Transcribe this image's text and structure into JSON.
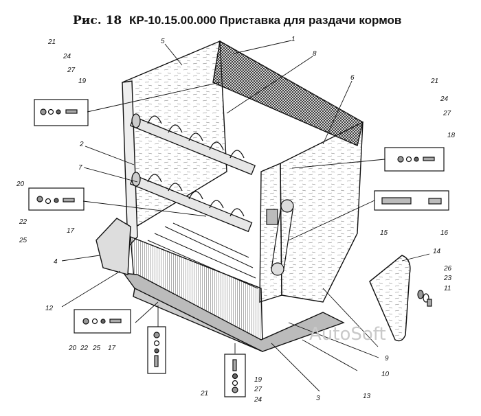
{
  "title": {
    "figure_label": "Рис. 18",
    "caption": "КР-10.15.00.000 Приставка для раздачи кормов"
  },
  "watermark": "AutoSoft",
  "callouts": {
    "c1": "1",
    "c2": "2",
    "c3": "3",
    "c4": "4",
    "c5": "5",
    "c6": "6",
    "c7": "7",
    "c8": "8",
    "c9": "9",
    "c10": "10",
    "c11": "11",
    "c12": "12",
    "c13": "13",
    "c14": "14",
    "c15": "15",
    "c16": "16",
    "c17a": "17",
    "c17b": "17",
    "c18": "18",
    "c19a": "19",
    "c19b": "19",
    "c20a": "20",
    "c20b": "20",
    "c21a": "21",
    "c21b": "21",
    "c21c": "21",
    "c22a": "22",
    "c22b": "22",
    "c23": "23",
    "c24a": "24",
    "c24b": "24",
    "c24c": "24",
    "c25a": "25",
    "c25b": "25",
    "c26": "26",
    "c27a": "27",
    "c27b": "27",
    "c27c": "27"
  },
  "colors": {
    "ink": "#111111",
    "paper": "#ffffff",
    "mesh": "#2a2a2a",
    "wood": "#d9d9d9"
  }
}
